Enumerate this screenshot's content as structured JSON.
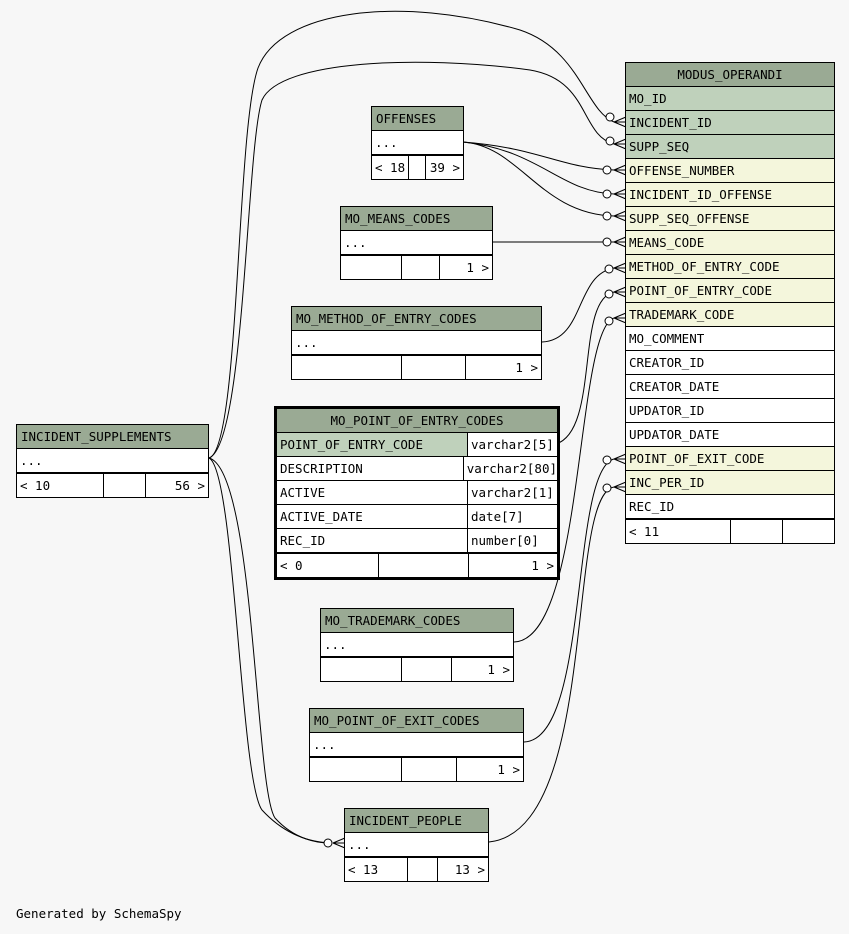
{
  "footer": "Generated by SchemaSpy",
  "tables": {
    "modus_operandi": {
      "name": "MODUS_OPERANDI",
      "columns": [
        {
          "name": "MO_ID",
          "kind": "pk"
        },
        {
          "name": "INCIDENT_ID",
          "kind": "pk"
        },
        {
          "name": "SUPP_SEQ",
          "kind": "pk"
        },
        {
          "name": "OFFENSE_NUMBER",
          "kind": "fk"
        },
        {
          "name": "INCIDENT_ID_OFFENSE",
          "kind": "fk"
        },
        {
          "name": "SUPP_SEQ_OFFENSE",
          "kind": "fk"
        },
        {
          "name": "MEANS_CODE",
          "kind": "fk"
        },
        {
          "name": "METHOD_OF_ENTRY_CODE",
          "kind": "fk"
        },
        {
          "name": "POINT_OF_ENTRY_CODE",
          "kind": "fk"
        },
        {
          "name": "TRADEMARK_CODE",
          "kind": "fk"
        },
        {
          "name": "MO_COMMENT",
          "kind": "plain"
        },
        {
          "name": "CREATOR_ID",
          "kind": "plain"
        },
        {
          "name": "CREATOR_DATE",
          "kind": "plain"
        },
        {
          "name": "UPDATOR_ID",
          "kind": "plain"
        },
        {
          "name": "UPDATOR_DATE",
          "kind": "plain"
        },
        {
          "name": "POINT_OF_EXIT_CODE",
          "kind": "fk"
        },
        {
          "name": "INC_PER_ID",
          "kind": "fk"
        },
        {
          "name": "REC_ID",
          "kind": "plain"
        }
      ],
      "footer": [
        "< 11",
        "",
        ""
      ]
    },
    "offenses": {
      "name": "OFFENSES",
      "body": "...",
      "footer": [
        "< 18",
        "",
        "39 >"
      ]
    },
    "mo_means_codes": {
      "name": "MO_MEANS_CODES",
      "body": "...",
      "footer": [
        "",
        "",
        "1 >"
      ]
    },
    "mo_method_of_entry_codes": {
      "name": "MO_METHOD_OF_ENTRY_CODES",
      "body": "...",
      "footer": [
        "",
        "",
        "1 >"
      ]
    },
    "mo_point_of_entry_codes": {
      "name": "MO_POINT_OF_ENTRY_CODES",
      "columns": [
        {
          "name": "POINT_OF_ENTRY_CODE",
          "type": "varchar2[5]",
          "kind": "pk"
        },
        {
          "name": "DESCRIPTION",
          "type": "varchar2[80]",
          "kind": "plain"
        },
        {
          "name": "ACTIVE",
          "type": "varchar2[1]",
          "kind": "plain"
        },
        {
          "name": "ACTIVE_DATE",
          "type": "date[7]",
          "kind": "plain"
        },
        {
          "name": "REC_ID",
          "type": "number[0]",
          "kind": "plain"
        }
      ],
      "footer": [
        "< 0",
        "",
        "1 >"
      ]
    },
    "incident_supplements": {
      "name": "INCIDENT_SUPPLEMENTS",
      "body": "...",
      "footer": [
        "< 10",
        "",
        "56 >"
      ]
    },
    "mo_trademark_codes": {
      "name": "MO_TRADEMARK_CODES",
      "body": "...",
      "footer": [
        "",
        "",
        "1 >"
      ]
    },
    "mo_point_of_exit_codes": {
      "name": "MO_POINT_OF_EXIT_CODES",
      "body": "...",
      "footer": [
        "",
        "",
        "1 >"
      ]
    },
    "incident_people": {
      "name": "INCIDENT_PEOPLE",
      "body": "...",
      "footer": [
        "< 13",
        "",
        "13 >"
      ]
    }
  }
}
